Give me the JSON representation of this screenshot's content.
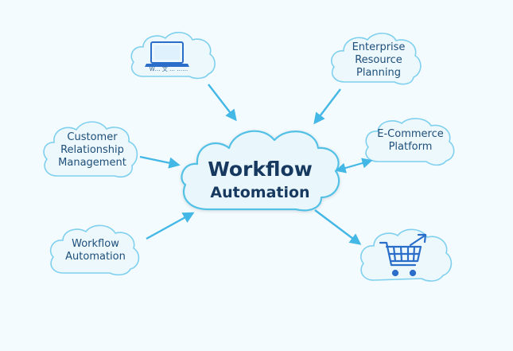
{
  "center": {
    "line1": "Workflow",
    "line2": "Automation"
  },
  "nodes": {
    "crm": [
      "Customer",
      "Relationship",
      "Management"
    ],
    "erp": [
      "Enterprise",
      "Resource",
      "Planning"
    ],
    "ecommerce": [
      "E-Commerce",
      "Platform"
    ],
    "workflow_automation": [
      "Workflow",
      "Automation"
    ],
    "laptop_caption": "W… 文 … ……"
  },
  "icons": {
    "laptop": "laptop-icon",
    "cart": "shopping-cart-icon"
  },
  "colors": {
    "background": "#f4fbfe",
    "cloud_fill": "#e9f7fd",
    "cloud_stroke": "#53c0e6",
    "arrow": "#43b7e5",
    "text": "#1d4e79",
    "icon": "#2a6ec9"
  }
}
